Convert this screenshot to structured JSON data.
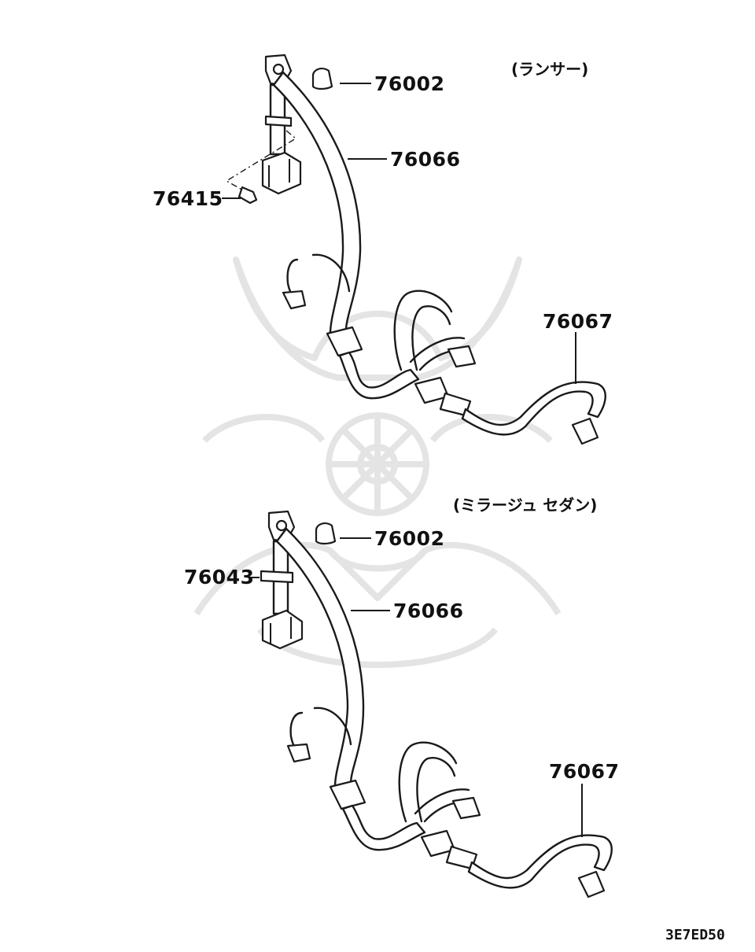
{
  "diagram": {
    "watermark_icon": "samurai-helmet-watermark",
    "upper_assembly": {
      "variant_label": "(ランサー)",
      "callouts": [
        "76002",
        "76066",
        "76415",
        "76067"
      ]
    },
    "lower_assembly": {
      "variant_label": "(ミラージュ セダン)",
      "callouts": [
        "76002",
        "76043",
        "76066",
        "76067"
      ]
    },
    "drawing_code": "3E7ED50"
  }
}
